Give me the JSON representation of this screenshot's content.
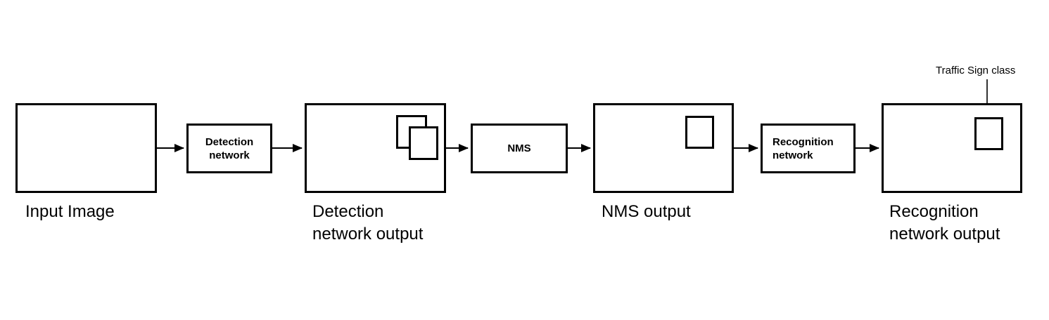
{
  "diagram": {
    "title": "Traffic sign detection and recognition pipeline",
    "stroke_color": "#000000",
    "background_color": "#ffffff",
    "stages": [
      {
        "id": "input-image",
        "type": "image-frame",
        "caption": "Input Image",
        "boxes": []
      },
      {
        "id": "detection-network",
        "type": "process-block",
        "label": "Detection\nnetwork"
      },
      {
        "id": "detection-network-output",
        "type": "image-frame",
        "caption": "Detection\nnetwork output",
        "boxes": [
          "detection-bbox-1",
          "detection-bbox-2"
        ]
      },
      {
        "id": "nms",
        "type": "process-block",
        "label": "NMS"
      },
      {
        "id": "nms-output",
        "type": "image-frame",
        "caption": "NMS output",
        "boxes": [
          "nms-bbox-1"
        ]
      },
      {
        "id": "recognition-network",
        "type": "process-block",
        "label": "Recognition\nnetwork"
      },
      {
        "id": "recognition-network-output",
        "type": "image-frame",
        "caption": "Recognition\nnetwork output",
        "boxes": [
          "recognition-bbox-1"
        ]
      }
    ],
    "annotations": [
      {
        "id": "traffic-sign-class",
        "text": "Traffic Sign class",
        "points_to": "recognition-bbox-1"
      }
    ],
    "connectors": [
      {
        "from": "input-image",
        "to": "detection-network"
      },
      {
        "from": "detection-network",
        "to": "detection-network-output"
      },
      {
        "from": "detection-network-output",
        "to": "nms"
      },
      {
        "from": "nms",
        "to": "nms-output"
      },
      {
        "from": "nms-output",
        "to": "recognition-network"
      },
      {
        "from": "recognition-network",
        "to": "recognition-network-output"
      }
    ]
  },
  "labels": {
    "input_image": "Input Image",
    "detection_network": "Detection\nnetwork",
    "detection_network_output": "Detection\nnetwork output",
    "nms": "NMS",
    "nms_output": "NMS output",
    "recognition_network": "Recognition\nnetwork",
    "recognition_network_output": "Recognition\nnetwork output",
    "traffic_sign_class": "Traffic Sign class"
  }
}
